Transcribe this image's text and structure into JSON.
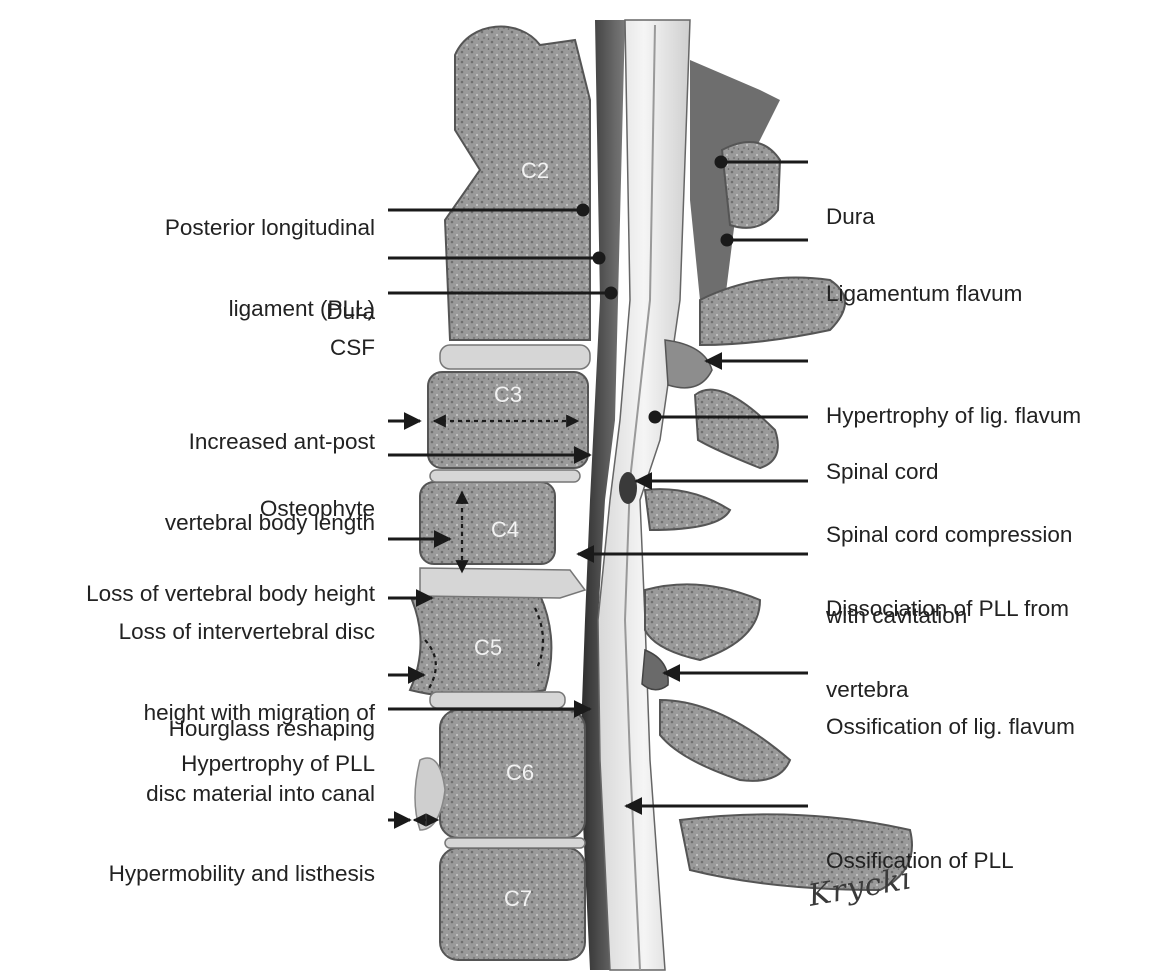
{
  "vertebrae": [
    {
      "label": "C2"
    },
    {
      "label": "C3"
    },
    {
      "label": "C4"
    },
    {
      "label": "C5"
    },
    {
      "label": "C6"
    },
    {
      "label": "C7"
    }
  ],
  "left_labels": [
    {
      "id": "pll",
      "lines": [
        "Posterior longitudinal",
        "ligament (PLL)"
      ]
    },
    {
      "id": "dura-anterior",
      "lines": [
        "Dura"
      ]
    },
    {
      "id": "csf",
      "lines": [
        "CSF"
      ]
    },
    {
      "id": "increased-length",
      "lines": [
        "Increased ant-post",
        "vertebral body length"
      ]
    },
    {
      "id": "osteophyte",
      "lines": [
        "Osteophyte"
      ]
    },
    {
      "id": "loss-body-height",
      "lines": [
        "Loss of vertebral body height"
      ]
    },
    {
      "id": "loss-disc-height",
      "lines": [
        "Loss of intervertebral disc",
        "height with migration of",
        "disc material into canal"
      ]
    },
    {
      "id": "hourglass",
      "lines": [
        "Hourglass reshaping"
      ]
    },
    {
      "id": "hypertrophy-pll",
      "lines": [
        "Hypertrophy of PLL"
      ]
    },
    {
      "id": "hypermobility",
      "lines": [
        "Hypermobility and listhesis"
      ]
    }
  ],
  "right_labels": [
    {
      "id": "dura-posterior",
      "lines": [
        "Dura"
      ]
    },
    {
      "id": "ligamentum-flavum",
      "lines": [
        "Ligamentum flavum"
      ]
    },
    {
      "id": "hypertrophy-lig-flavum",
      "lines": [
        "Hypertrophy of lig. flavum"
      ]
    },
    {
      "id": "spinal-cord",
      "lines": [
        "Spinal cord"
      ]
    },
    {
      "id": "cord-compression",
      "lines": [
        "Spinal cord compression",
        "with cavitation"
      ]
    },
    {
      "id": "dissociation-pll",
      "lines": [
        "Dissociation of PLL from",
        "vertebra"
      ]
    },
    {
      "id": "ossification-lig-flavum",
      "lines": [
        "Ossification of lig. flavum"
      ]
    },
    {
      "id": "ossification-pll",
      "lines": [
        "Ossification of PLL"
      ]
    }
  ],
  "signature": "Krycki"
}
